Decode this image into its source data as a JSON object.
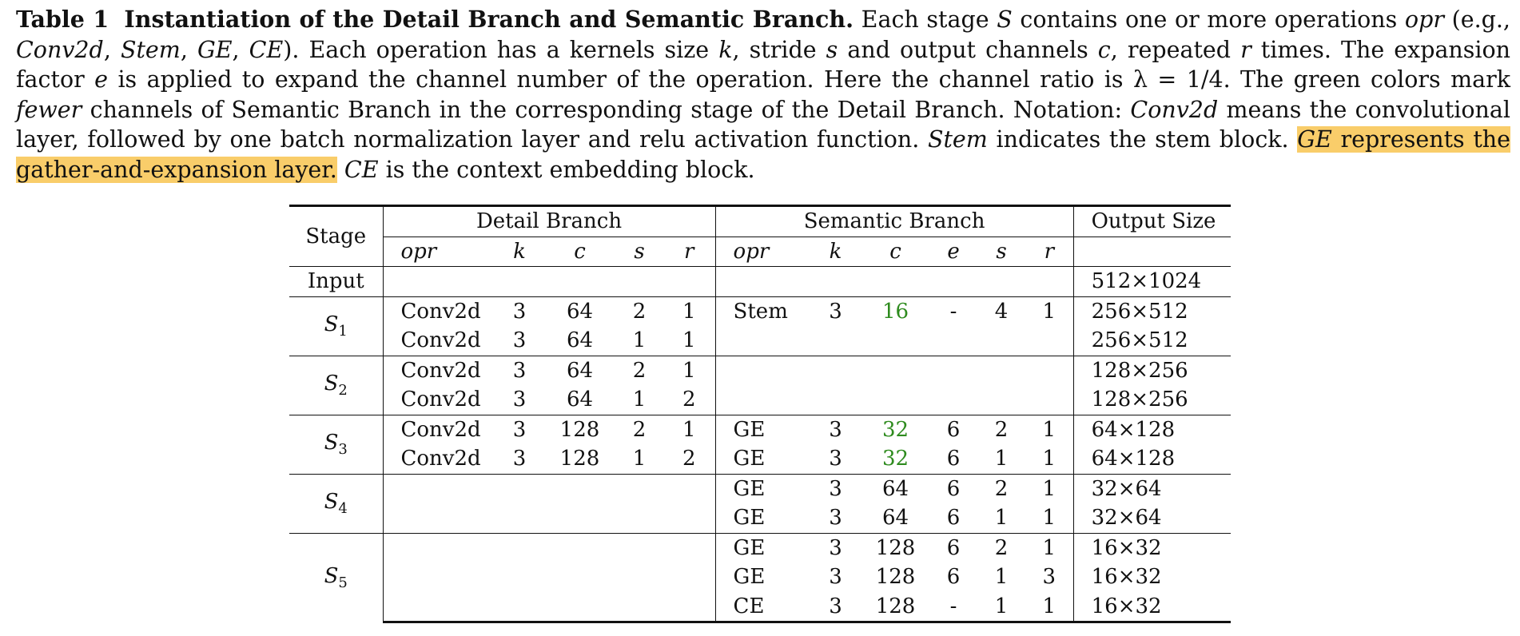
{
  "caption": {
    "label": "Table 1",
    "title": "Instantiation of the Detail Branch and Semantic Branch.",
    "t1": "Each stage",
    "S": "S",
    "t2": "contains one or more operations",
    "opr": "opr",
    "t3": "(e.g.,",
    "conv2d": "Conv2d",
    "stem": "Stem",
    "ge": "GE",
    "ce": "CE",
    "t4": "). Each operation has a kernels size",
    "k": "k",
    "t5": ", stride",
    "s": "s",
    "t6": "and output channels",
    "c": "c",
    "t7": ", repeated",
    "r": "r",
    "t8": "times. The expansion factor",
    "e": "e",
    "t9": "is applied to expand the channel number of the operation. Here the channel ratio is λ = 1/4. The green colors mark",
    "fewer": "fewer",
    "t10": "channels of Semantic Branch in the corresponding stage of the Detail Branch. Notation:",
    "conv2d_b": "Conv2d",
    "t11": "means the convolutional layer, followed by one batch normalization layer and relu activation function.",
    "stem_b": "Stem",
    "t12": "indicates the stem block.",
    "ge_b": "GE",
    "t13": "represents the gather-and-expansion layer.",
    "ce_b": "CE",
    "t14": "is the context embedding block."
  },
  "table": {
    "header": {
      "stage": "Stage",
      "detail": "Detail Branch",
      "semantic": "Semantic Branch",
      "output": "Output Size",
      "d_cols": [
        "opr",
        "k",
        "c",
        "s",
        "r"
      ],
      "s_cols": [
        "opr",
        "k",
        "c",
        "e",
        "s",
        "r"
      ]
    },
    "input_row": {
      "stage": "Input",
      "output": "512×1024"
    },
    "stages": {
      "s1": {
        "name": "S",
        "sub": "1"
      },
      "s2": {
        "name": "S",
        "sub": "2"
      },
      "s3": {
        "name": "S",
        "sub": "3"
      },
      "s4": {
        "name": "S",
        "sub": "4"
      },
      "s5": {
        "name": "S",
        "sub": "5"
      }
    },
    "rows": [
      {
        "d": [
          "Conv2d",
          "3",
          "64",
          "2",
          "1"
        ],
        "s": [
          "Stem",
          "3",
          "16",
          "-",
          "4",
          "1"
        ],
        "out": "256×512"
      },
      {
        "d": [
          "Conv2d",
          "3",
          "64",
          "1",
          "1"
        ],
        "s": [
          "",
          "",
          "",
          "",
          "",
          ""
        ],
        "out": "256×512"
      },
      {
        "d": [
          "Conv2d",
          "3",
          "64",
          "2",
          "1"
        ],
        "s": [
          "",
          "",
          "",
          "",
          "",
          ""
        ],
        "out": "128×256"
      },
      {
        "d": [
          "Conv2d",
          "3",
          "64",
          "1",
          "2"
        ],
        "s": [
          "",
          "",
          "",
          "",
          "",
          ""
        ],
        "out": "128×256"
      },
      {
        "d": [
          "Conv2d",
          "3",
          "128",
          "2",
          "1"
        ],
        "s": [
          "GE",
          "3",
          "32",
          "6",
          "2",
          "1"
        ],
        "out": "64×128"
      },
      {
        "d": [
          "Conv2d",
          "3",
          "128",
          "1",
          "2"
        ],
        "s": [
          "GE",
          "3",
          "32",
          "6",
          "1",
          "1"
        ],
        "out": "64×128"
      },
      {
        "d": [
          "",
          "",
          "",
          "",
          ""
        ],
        "s": [
          "GE",
          "3",
          "64",
          "6",
          "2",
          "1"
        ],
        "out": "32×64"
      },
      {
        "d": [
          "",
          "",
          "",
          "",
          ""
        ],
        "s": [
          "GE",
          "3",
          "64",
          "6",
          "1",
          "1"
        ],
        "out": "32×64"
      },
      {
        "d": [
          "",
          "",
          "",
          "",
          ""
        ],
        "s": [
          "GE",
          "3",
          "128",
          "6",
          "2",
          "1"
        ],
        "out": "16×32"
      },
      {
        "d": [
          "",
          "",
          "",
          "",
          ""
        ],
        "s": [
          "GE",
          "3",
          "128",
          "6",
          "1",
          "3"
        ],
        "out": "16×32"
      },
      {
        "d": [
          "",
          "",
          "",
          "",
          ""
        ],
        "s": [
          "CE",
          "3",
          "128",
          "-",
          "1",
          "1"
        ],
        "out": "16×32"
      }
    ],
    "colors": {
      "green": "#2e8b1e",
      "highlight": "#f9cd6a"
    }
  }
}
